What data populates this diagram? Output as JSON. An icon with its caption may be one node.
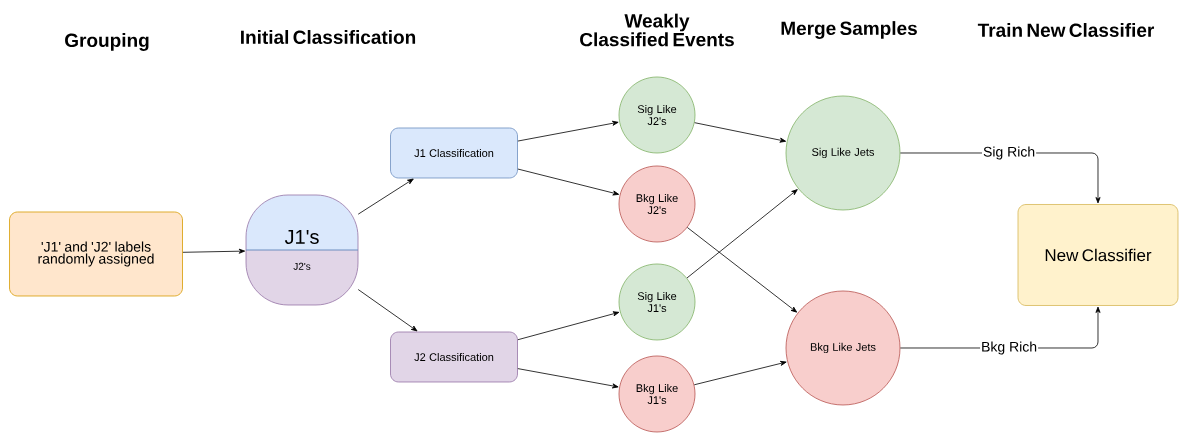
{
  "diagram": {
    "nodes": [
      {
        "text": [
          "'J1' and 'J2' labels randomly assigned"
        ]
      },
      {
        "text": [
          "J1's",
          "J2's"
        ]
      },
      {
        "text": [
          "J1 Classification"
        ]
      },
      {
        "text": [
          "J2 Classification"
        ]
      },
      {
        "text": [
          "Sig Like J2's"
        ]
      },
      {
        "text": [
          "Bkg Like J2's"
        ]
      },
      {
        "text": [
          "Sig Like J1's"
        ]
      },
      {
        "text": [
          "Bkg Like J1's"
        ]
      },
      {
        "text": [
          "Sig Like Jets"
        ]
      },
      {
        "text": [
          "Bkg Like Jets"
        ]
      },
      {
        "text": [
          "New Classifier"
        ]
      }
    ],
    "edges": [
      {
        "from": 0,
        "to": 1,
        "arrow": "to"
      },
      {
        "from": 1,
        "to": 2,
        "arrow": "to"
      },
      {
        "from": 1,
        "to": 3,
        "arrow": "to"
      },
      {
        "from": 2,
        "to": 4,
        "arrow": "to"
      },
      {
        "from": 2,
        "to": 5,
        "arrow": "to"
      },
      {
        "from": 3,
        "to": 6,
        "arrow": "to"
      },
      {
        "from": 3,
        "to": 7,
        "arrow": "to"
      },
      {
        "from": 4,
        "to": 8,
        "arrow": "to"
      },
      {
        "from": 5,
        "to": 9,
        "arrow": "to"
      },
      {
        "from": 6,
        "to": 8,
        "arrow": "to"
      },
      {
        "from": 7,
        "to": 9,
        "arrow": "to"
      },
      {
        "from": 8,
        "to": 10,
        "arrow": "to",
        "label": "Sig Rich"
      },
      {
        "from": 9,
        "to": 10,
        "arrow": "to",
        "label": "Bkg Rich"
      }
    ],
    "labels": [
      "Grouping",
      "Initial Classification",
      "Weakly Classified Events",
      "Merge Samples",
      "Train New Classifier"
    ]
  }
}
